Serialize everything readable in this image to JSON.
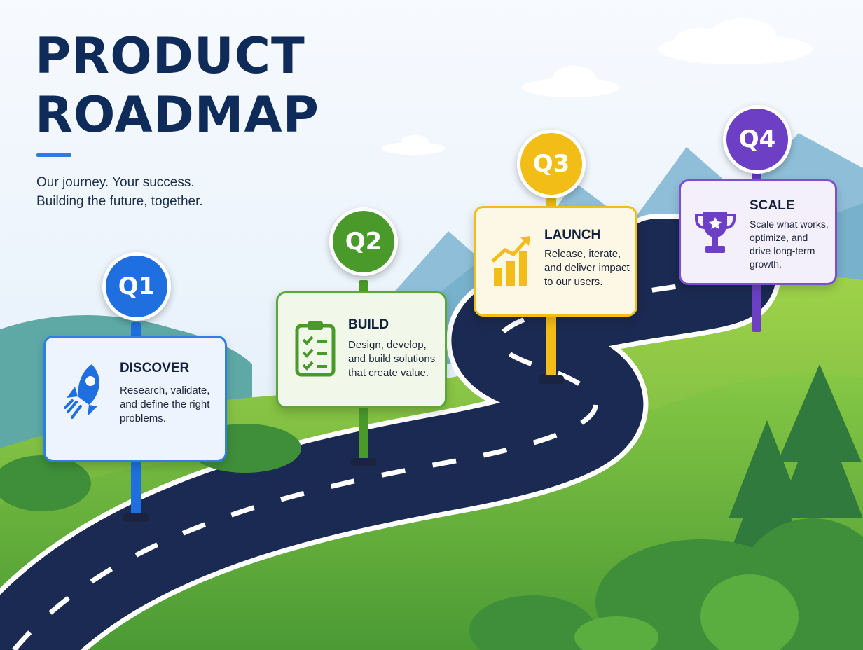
{
  "header": {
    "title_line1": "PRODUCT",
    "title_line2": "ROADMAP",
    "tagline_line1": "Our journey. Your success.",
    "tagline_line2": "Building the future, together."
  },
  "milestones": [
    {
      "badge": "Q1",
      "title": "DISCOVER",
      "description": "Research, validate, and define the right problems.",
      "icon": "rocket-icon",
      "color": "#1f6fe0"
    },
    {
      "badge": "Q2",
      "title": "BUILD",
      "description": "Design, develop, and build solutions that create value.",
      "icon": "clipboard-checklist-icon",
      "color": "#4a9a2b"
    },
    {
      "badge": "Q3",
      "title": "LAUNCH",
      "description": "Release, iterate, and deliver impact to our users.",
      "icon": "growth-chart-icon",
      "color": "#f2bd16"
    },
    {
      "badge": "Q4",
      "title": "SCALE",
      "description": "Scale what works, optimize, and drive long-term growth.",
      "icon": "trophy-icon",
      "color": "#6d3fc4"
    }
  ]
}
